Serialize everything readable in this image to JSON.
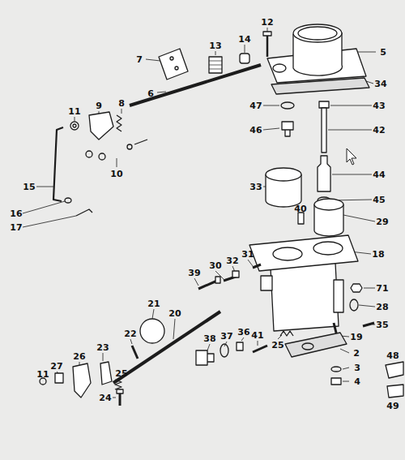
{
  "diagram": {
    "labels": [
      "12",
      "13",
      "14",
      "5",
      "7",
      "34",
      "6",
      "8",
      "9",
      "11",
      "47",
      "43",
      "46",
      "42",
      "10",
      "44",
      "15",
      "33",
      "45",
      "16",
      "17",
      "40",
      "29",
      "18",
      "39",
      "30",
      "32",
      "31",
      "71",
      "28",
      "21",
      "20",
      "22",
      "38",
      "37",
      "36",
      "41",
      "25",
      "19",
      "35",
      "2",
      "23",
      "26",
      "27",
      "11",
      "25",
      "3",
      "4",
      "48",
      "49",
      "24"
    ]
  }
}
